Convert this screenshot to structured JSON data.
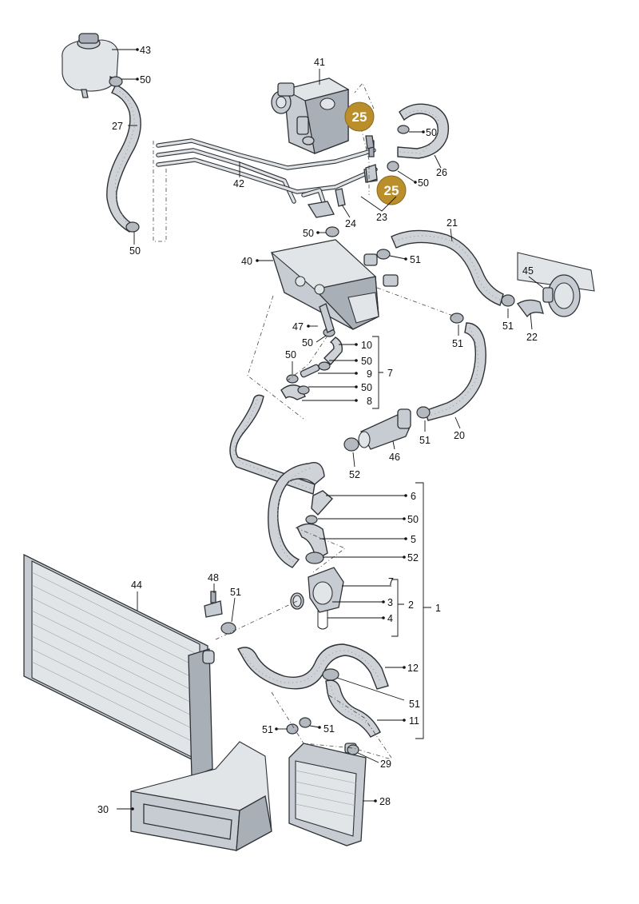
{
  "callouts": {
    "c43": "43",
    "c50a": "50",
    "c27": "27",
    "c50b": "50",
    "c41": "41",
    "c50c": "50",
    "c26": "26",
    "c50d": "50",
    "c42": "42",
    "c23": "23",
    "c24": "24",
    "c50e": "50",
    "c21": "21",
    "c40": "40",
    "c51a": "51",
    "c45": "45",
    "c51b": "51",
    "c22": "22",
    "c47": "47",
    "c51c": "51",
    "c50f": "50",
    "c10": "10",
    "c50g": "50",
    "c50h": "50",
    "c9": "9",
    "c50i": "50",
    "c8": "8",
    "c7a": "7",
    "c20": "20",
    "c51d": "51",
    "c46": "46",
    "c52a": "52",
    "c6": "6",
    "c50j": "50",
    "c5": "5",
    "c52b": "52",
    "c7b": "7",
    "c3": "3",
    "c2": "2",
    "c4": "4",
    "c1": "1",
    "c44": "44",
    "c48": "48",
    "c51e": "51",
    "c12": "12",
    "c51f": "51",
    "c51g": "51",
    "c51h": "51",
    "c11": "11",
    "c29": "29",
    "c28": "28",
    "c30": "30"
  },
  "badges": {
    "b1": "25",
    "b2": "25"
  },
  "colors": {
    "badge": "#b98e2b",
    "line": "#111111",
    "part": "#c7ccd2"
  }
}
